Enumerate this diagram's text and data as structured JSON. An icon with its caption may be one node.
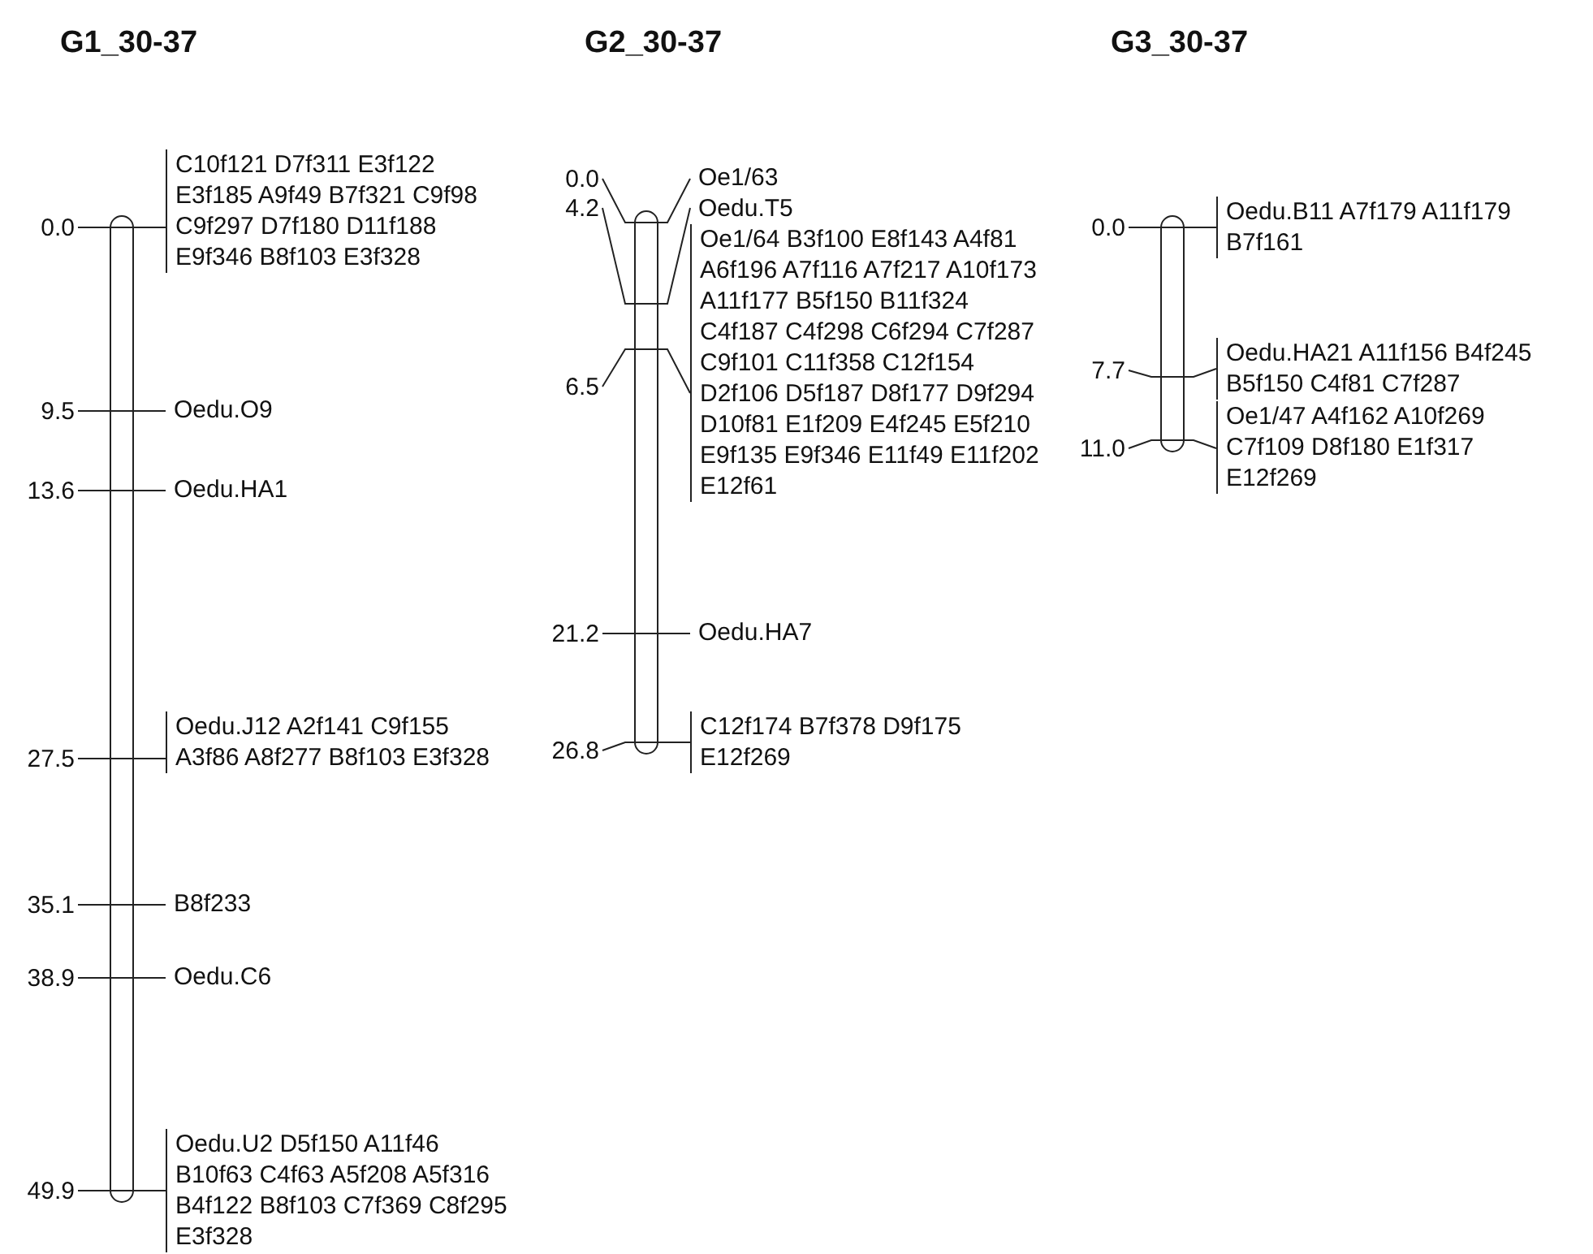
{
  "diagram": {
    "nodes": [
      {
        "text": [
          "G1_30-37"
        ],
        "beside": [
          "0.0",
          "C10f121 D7f311 E3f122 E3f185 A9f49 B7f321 C9f98 C9f297 D7f180 D11f188 E9f346 B8f103 E3f328",
          "9.5",
          "Oedu.O9",
          "13.6",
          "Oedu.HA1",
          "27.5",
          "Oedu.J12 A2f141 C9f155 A3f86 A8f277 B8f103 E3f328",
          "35.1",
          "B8f233",
          "38.9",
          "Oedu.C6",
          "49.9",
          "Oedu.U2 D5f150 A11f46 B10f63 C4f63 A5f208 A5f316 B4f122 B8f103 C7f369 C8f295 E3f328"
        ]
      },
      {
        "text": [
          "G2_30-37"
        ],
        "beside": [
          "0.0",
          "Oe1/63",
          "4.2",
          "Oedu.T5",
          "6.5",
          "Oe1/64 B3f100 E8f143 A4f81 A6f196 A7f116 A7f217 A10f173 A11f177 B5f150 B11f324 C4f187 C4f298 C6f294 C7f287 C9f101 C11f358 C12f154 D2f106 D5f187 D8f177 D9f294 D10f81 E1f209 E4f245 E5f210 E9f135 E9f346 E11f49 E11f202 E12f61",
          "21.2",
          "Oedu.HA7",
          "26.8",
          "C12f174 B7f378 D9f175 E12f269"
        ]
      },
      {
        "text": [
          "G3_30-37"
        ],
        "beside": [
          "0.0",
          "Oedu.B11 A7f179 A11f179 B7f161",
          "7.7",
          "Oedu.HA21 A11f156 B4f245 B5f150 C4f81 C7f287",
          "11.0",
          "Oe1/47 A4f162 A10f269 C7f109 D8f180 E1f317 E12f269"
        ]
      }
    ]
  }
}
